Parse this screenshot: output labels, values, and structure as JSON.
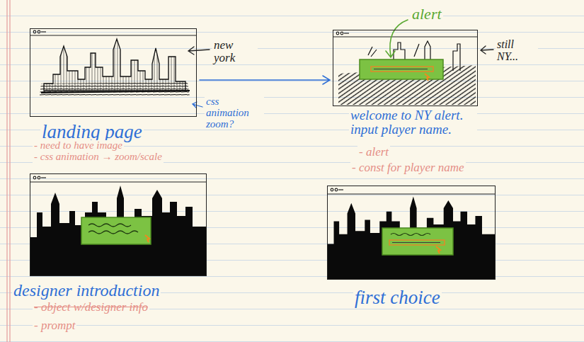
{
  "diagram": {
    "nodes": [
      {
        "text": [
          "landing page"
        ]
      },
      {
        "text": [
          "welcome to NY alert. input player name."
        ]
      },
      {
        "text": [
          "designer introduction"
        ]
      },
      {
        "text": [
          "first choice"
        ]
      }
    ],
    "edges": [
      {
        "from": 0,
        "to": 1,
        "arrow": "to"
      }
    ],
    "labels": [
      "new york",
      "css animation zoom?",
      "- need to have image",
      "- css animation → zoom/scale",
      "alert",
      "still NY...",
      "- alert",
      "- const for player name",
      "- object w/designer info",
      "- prompt"
    ]
  }
}
